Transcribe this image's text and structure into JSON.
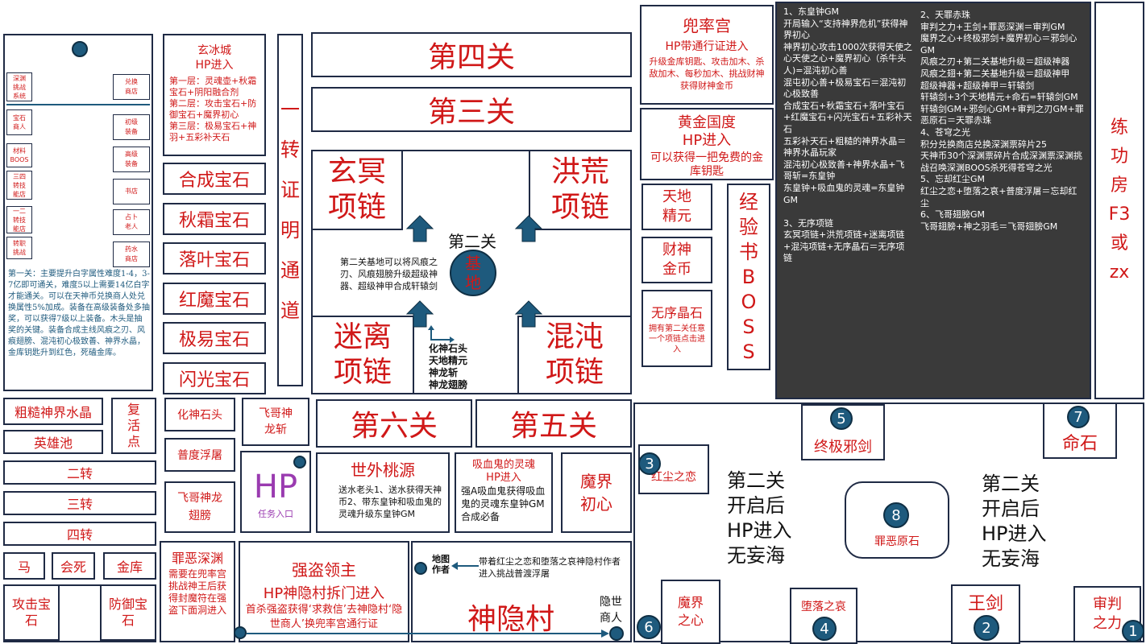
{
  "left_panel": {
    "items": [
      "深渊\n挑战\n系统",
      "宝石\n商人",
      "材料\nBOOS",
      "三四\n转技\n能店",
      "一二\n转技\n能店",
      "转职\n挑战"
    ],
    "right_items": [
      "兑换\n商店",
      "初级\n装备",
      "高级\n装备",
      "书店",
      "占卜\n老人",
      "药水\n商店"
    ],
    "desc": "第一关：主要提升白字属性难度1-4，3-7亿即可通关，难度5以上需要14亿白字才能通关。可以在天神币兑换商人处兑换属性5%加成。装备在高级装备处多抽奖，可以获得7级以上装备。木头是抽奖的关键。装备合成主线风痕之刃、风痕翅膀、混沌初心极致善、神界水晶，金库钥匙升到红色，死磕金库。"
  },
  "xuanbing": {
    "title": "玄冰城\nHP进入",
    "desc": "第一层：灵魂壶+秋霜宝石+阴阳融合剂\n第二层：攻击宝石+防御宝石+魔界初心\n第三层：极易宝石+神羽+五彩补天石"
  },
  "gems": [
    "合成宝石",
    "秋霜宝石",
    "落叶宝石",
    "红魔宝石",
    "极易宝石",
    "闪光宝石"
  ],
  "yizhuan": "一\n转\n证\n明\n通\n道",
  "guan4": "第四关",
  "guan3": "第三关",
  "necklaces": {
    "xuanming": "玄冥\n项链",
    "honghuang": "洪荒\n项链",
    "mili": "迷离\n项链",
    "hundun": "混沌\n项链"
  },
  "guan2": {
    "label": "第二关",
    "base": "基\n地",
    "desc": "第二关基地可以将风痕之刃、风痕翅膀升级超级神器、超级神甲合成轩辕剑",
    "items": "化神石头\n天地精元\n神龙斩\n神龙翅膀"
  },
  "doushuai": {
    "title": "兜率宫",
    "sub": "HP带通行证进入",
    "desc": "升级金库钥匙、攻击加木、杀敌加木、每秒加木、挑战财神获得财神金币"
  },
  "huangjin": {
    "title": "黄金国度\nHP进入",
    "desc": "可以获得一把免费的金库钥匙"
  },
  "tiandi": "天地\n精元",
  "caishen": "财神\n金币",
  "wuxu": {
    "title": "无序晶石",
    "desc": "拥有第二关任意一个项链点击进入"
  },
  "jingyan": "经\n验\n书\nB\nO\nS\nS",
  "recipes_left": "1、东皇钟GM\n开局输入“支持神界危机”获得神界初心\n神界初心攻击1000次获得天使之心天使之心+魔界初心（杀牛头人)=混沌初心善\n混屯初心善+极易宝石＝混沌初心极致善\n合成宝石+秋霜宝石+落叶宝石+红魔宝石+闪光宝石+五彩补天石\n五彩补天石+粗糙的神界水晶＝神界水晶玩家\n混沌初心极致善+神界水晶+飞哥斩=东皇钟\n东皇钟+吸血鬼的灵魂=东皇钟GM\n\n3、无序项链\n玄冥项链+洪荒项链+迷离项链+混沌项链+无序晶石＝无序项链",
  "recipes_right": "2、天罪赤珠\n审判之力+王剑+罪恶深渊＝审判GM\n魔界之心+终极邪剑+魔界初心＝邪剑心GM\n风痕之刃+第二关基地升级＝超级神器\n风痕之翅+第二关基地升级＝超级神甲\n超级神器+超级神甲＝轩辕剑\n轩辕剑+3个天地精元+命石=轩辕剑GM\n轩辕剑GM+邪剑心GM+审判之刃GM+罪恶原石＝天罪赤珠\n4、苍穹之光\n积分兑换商店兑换深渊票碎片25\n天神币30个深渊票碎片合成深渊票深渊挑战召唤深渊BOOS杀死得苍穹之光\n5、忘却红尘GM\n红尘之恋+堕落之哀+普度浮屠＝忘却红尘\n6、飞哥翅膀GM\n飞哥翅膀+神之羽毛＝飞哥翅膀GM",
  "liangong": "练\n功\n房\nF3\n或\nzx",
  "bottom_left": {
    "cucao": "粗糙神界水晶",
    "fuhuo": "复\n活\n点",
    "yingxiong": "英雄池",
    "erzhuan": "二转",
    "sanzhuan": "三转",
    "sizhuan": "四转",
    "ma": "马",
    "huisi": "会死",
    "jinku": "金库",
    "gongji": "攻击宝\n石",
    "fangyu": "防御宝\n石"
  },
  "middle": {
    "huashen": "化神石头",
    "feigeshen": "飞哥神\n龙斩",
    "pudu": "普度浮屠",
    "feigelong": "飞哥神龙\n翅膀",
    "hp": "HP",
    "hp_sub": "任务入口",
    "guan6": "第六关",
    "guan5": "第五关",
    "shiwai_title": "世外桃源",
    "shiwai_desc": "送水老头1、送水获得天神币2、带东皇钟和吸血鬼的灵魂升级东皇钟GM",
    "xixue_title": "吸血鬼的灵魂\nHP进入",
    "xixue_desc": "强A吸血鬼获得吸血鬼的灵魂东皇钟GM合成必备",
    "mojie": "魔界\n初心",
    "zuie_title": "罪恶深渊",
    "zuie_desc": "需要在兜率宫挑战神王后获得封魔符在强盗下面洞进入",
    "qiangdao_title": "强盗领主",
    "qiangdao_sub": "HP神隐村拆门进入",
    "qiangdao_desc": "首杀强盗获得‘求救信’去神隐村‘隐世商人’换兜率宫通行证",
    "ditu": "地图\n作者",
    "ditu_desc": "带着红尘之恋和堕落之哀神隐村作者进入挑战普渡浮屠",
    "shenyin": "神隐村",
    "yinshi": "隐世\n商人"
  },
  "right_bottom": {
    "hongchen": "红尘之恋",
    "zhongji": "终极邪剑",
    "mingshi": "命石",
    "open1": "第二关\n开启后\nHP进入\n无妄海",
    "open2": "第二关\n开启后\nHP进入\n无妄海",
    "zuie_yuan": "罪恶原石",
    "mojiezhixin": "魔界\n之心",
    "duoluo": "堕落之哀",
    "wangjian": "王剑",
    "shenpan": "审判\n之力",
    "n1": "1",
    "n2": "2",
    "n3": "3",
    "n4": "4",
    "n5": "5",
    "n6": "6",
    "n7": "7",
    "n8": "8"
  }
}
